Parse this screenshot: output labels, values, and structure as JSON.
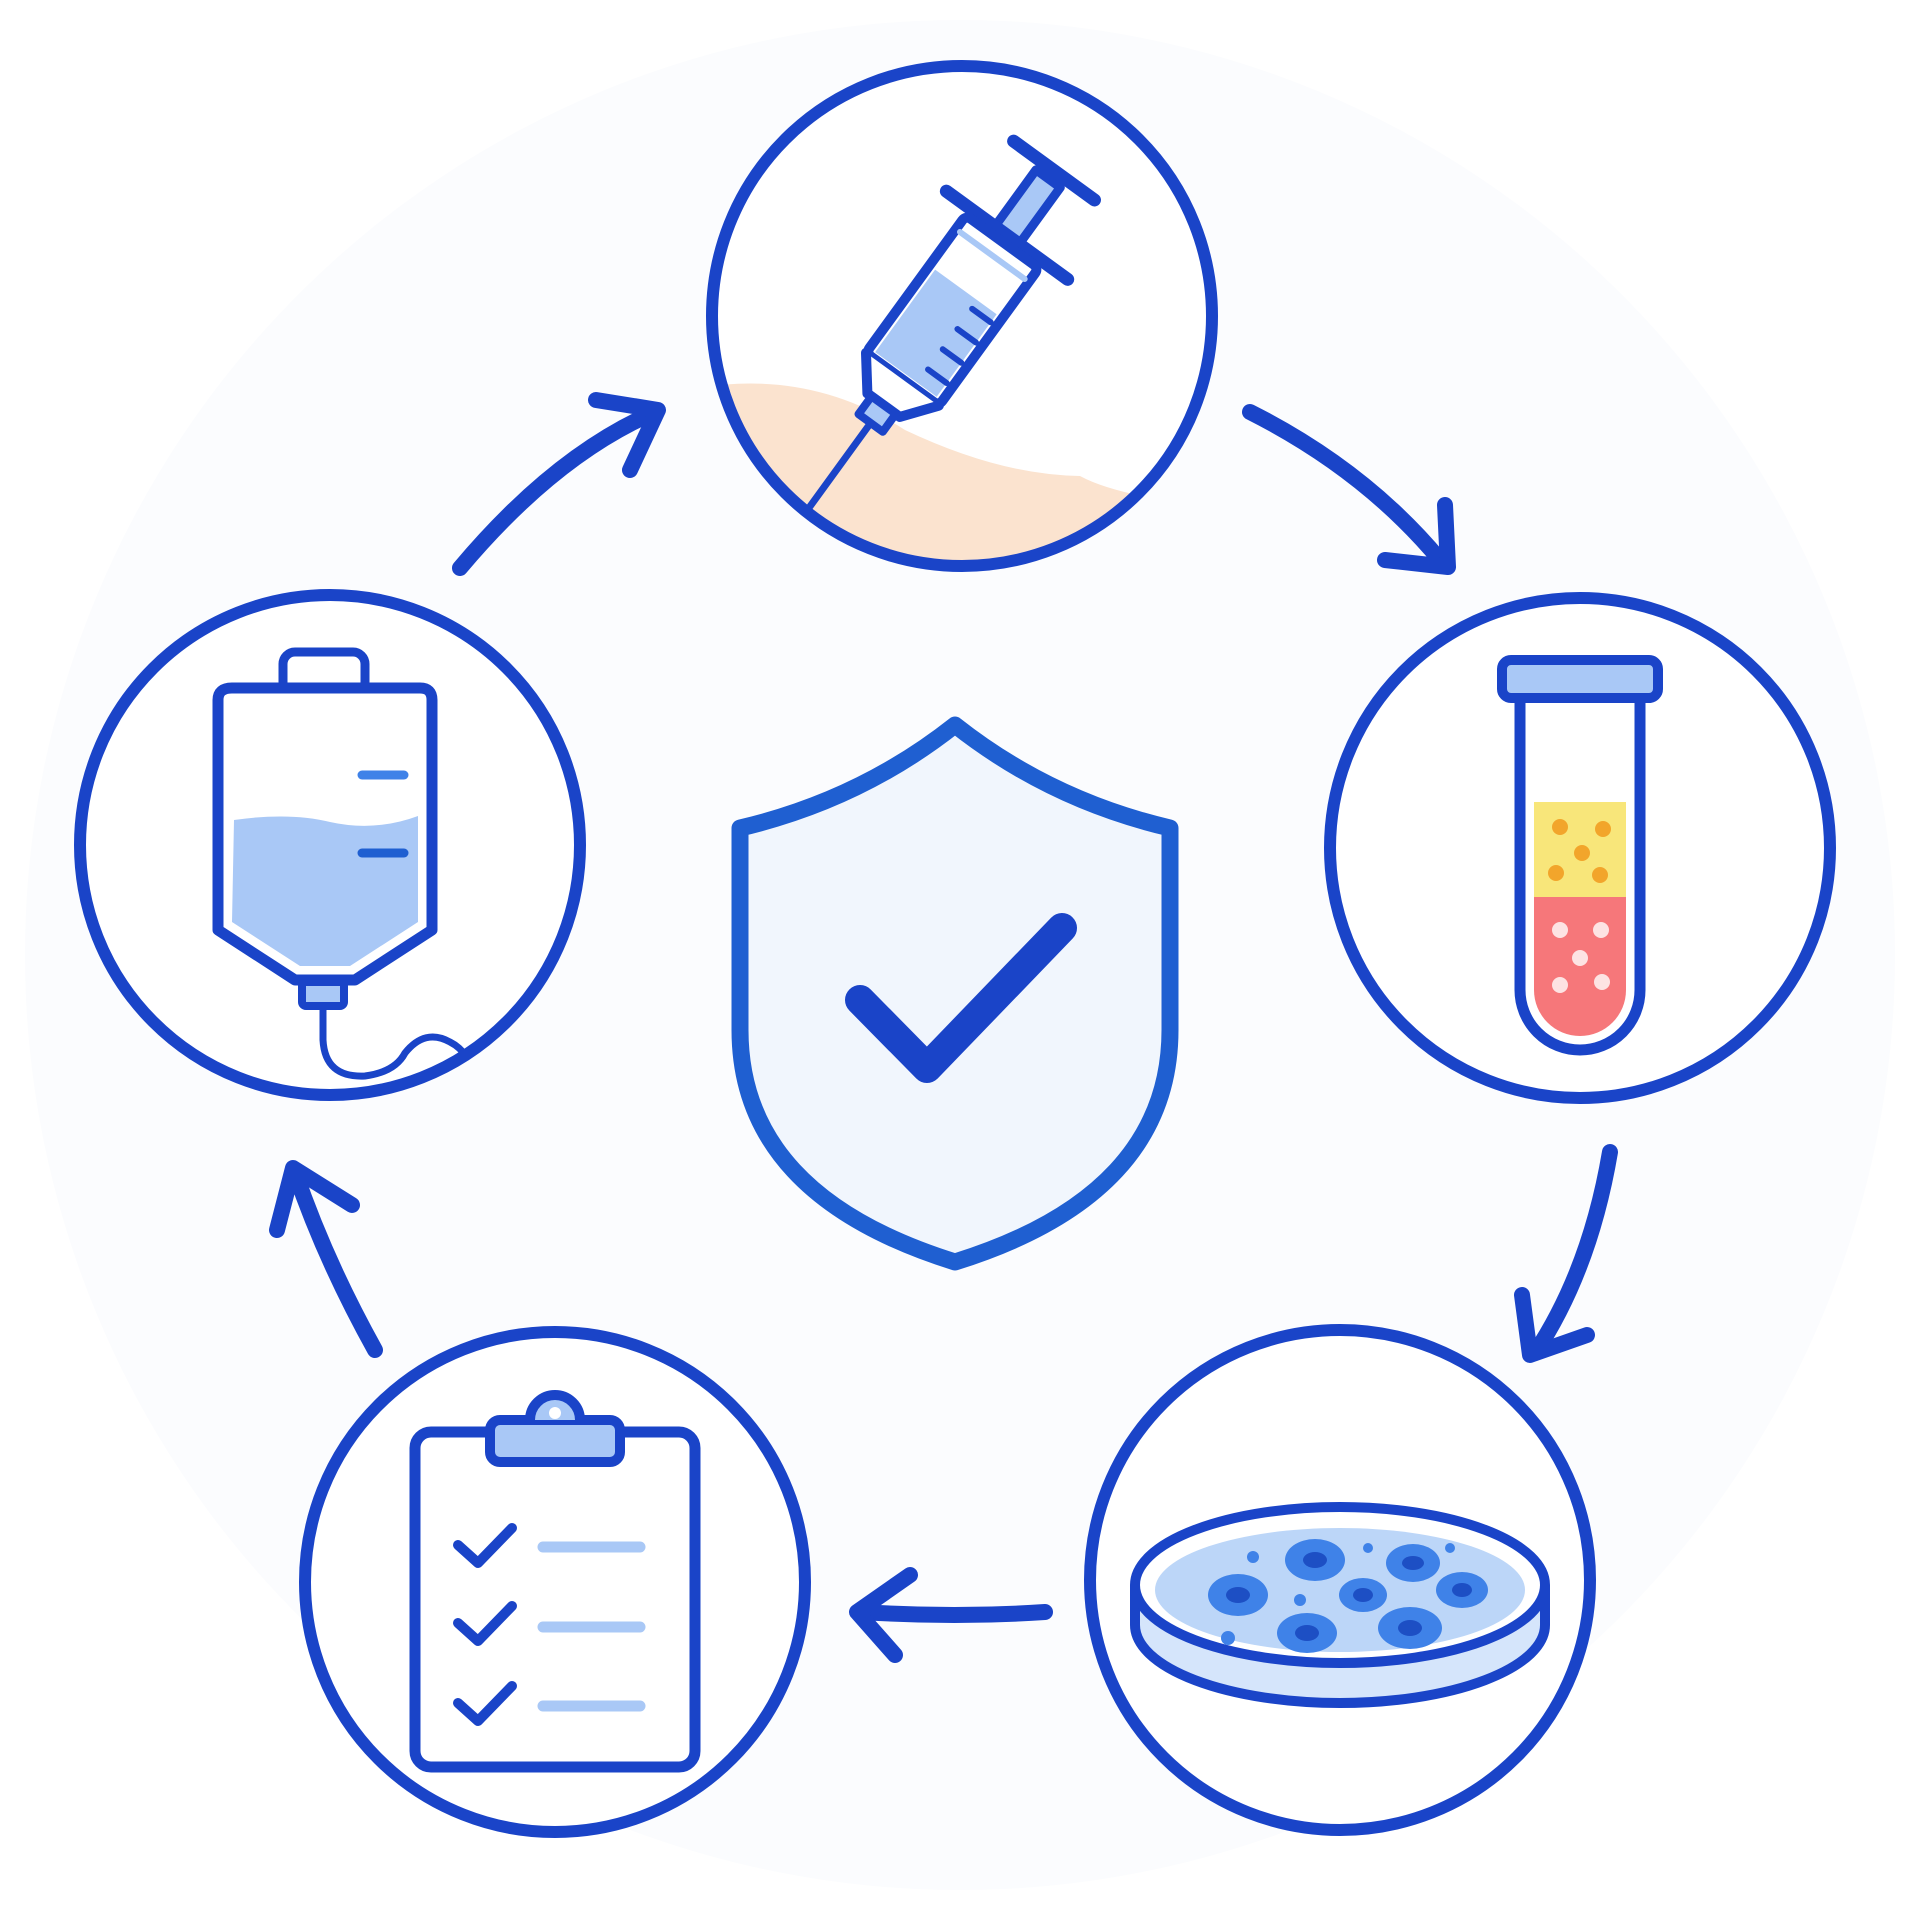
{
  "diagram": {
    "type": "cycle",
    "center": {
      "icon": "shield-check-icon"
    },
    "steps": [
      {
        "id": "injection",
        "icon": "syringe-icon"
      },
      {
        "id": "blood-sample",
        "icon": "test-tube-icon"
      },
      {
        "id": "culture",
        "icon": "petri-dish-icon"
      },
      {
        "id": "checklist",
        "icon": "clipboard-checklist-icon"
      },
      {
        "id": "iv-infusion",
        "icon": "iv-bag-icon"
      }
    ],
    "flow": "clockwise"
  },
  "colors": {
    "stroke": "#1a44c8",
    "light_fill": "#a9c8f6",
    "pale_fill": "#d5e5fb",
    "shield_fill": "#f1f6fd",
    "skin": "#fbe3cf",
    "serum": "#f8e67a",
    "serum_dots": "#f2a52b",
    "blood": "#f6777a",
    "cell": "#3f82e8",
    "cell_dark": "#1d4fc4"
  }
}
